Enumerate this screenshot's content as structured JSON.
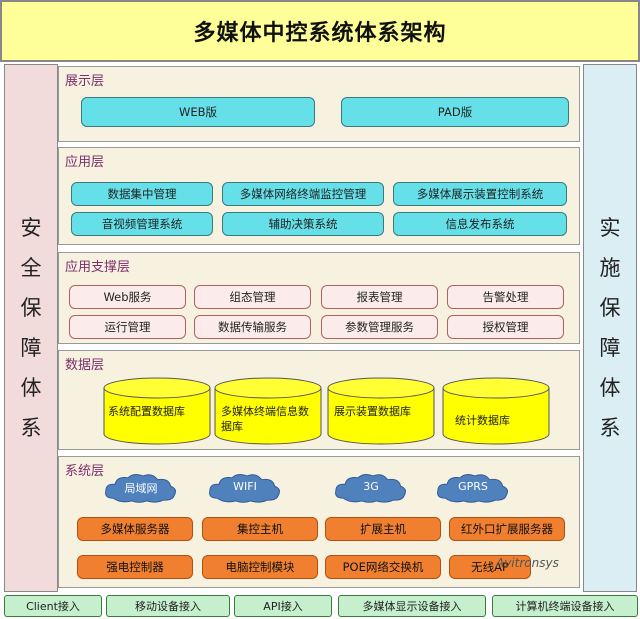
{
  "title": "多媒体中控系统体系架构",
  "left_sidebar": [
    "安",
    "全",
    "保",
    "障",
    "体",
    "系"
  ],
  "right_sidebar": [
    "实",
    "施",
    "保",
    "障",
    "体",
    "系"
  ],
  "layers": {
    "display": {
      "label": "展示层",
      "items": [
        "WEB版",
        "PAD版"
      ]
    },
    "application": {
      "label": "应用层",
      "items": [
        "数据集中管理",
        "多媒体网络终端监控管理",
        "多媒体展示装置控制系统",
        "音视频管理系统",
        "辅助决策系统",
        "信息发布系统"
      ]
    },
    "support": {
      "label": "应用支撑层",
      "items": [
        "Web服务",
        "组态管理",
        "报表管理",
        "告警处理",
        "运行管理",
        "数据传输服务",
        "参数管理服务",
        "授权管理"
      ]
    },
    "data": {
      "label": "数据层",
      "items": [
        "系统配置数据库",
        "多媒体终端信息数据库",
        "展示装置数据库",
        "统计数据库"
      ]
    },
    "system": {
      "label": "系统层",
      "networks": [
        "局域网",
        "WIFI",
        "3G",
        "GPRS"
      ],
      "items": [
        "多媒体服务器",
        "集控主机",
        "扩展主机",
        "红外口扩展服务器",
        "强电控制器",
        "电脑控制模块",
        "POE网络交换机",
        "无线AP"
      ]
    }
  },
  "footer": [
    "Client接入",
    "移动设备接入",
    "API接入",
    "多媒体显示设备接入",
    "计算机终端设备接入"
  ],
  "watermark": "Avitronsys",
  "colors": {
    "title_bg": "#ffff99",
    "cyan_box": "#66e0e8",
    "orange_box": "#f08030",
    "db_yellow": "#ffff00",
    "cloud_blue": "#4f81bd",
    "footer_green": "#c6efce"
  }
}
